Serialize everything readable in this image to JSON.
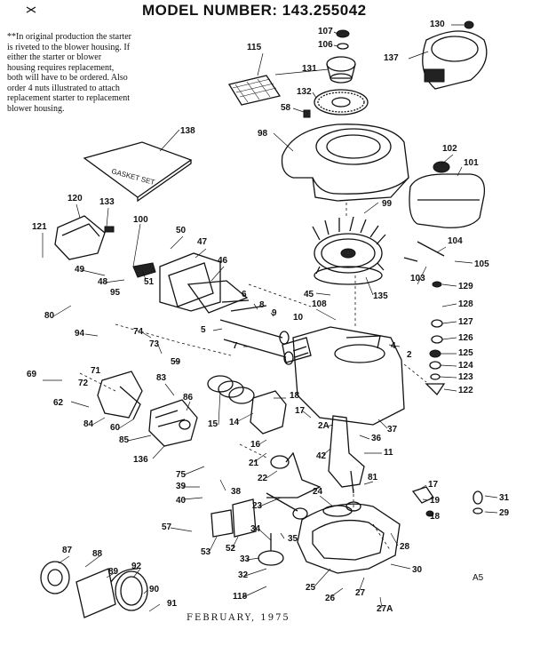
{
  "header": {
    "title": "MODEL NUMBER:  143.255042"
  },
  "note": {
    "text": "**In original production the starter is riveted to the blower housing. If either the starter or blower housing requires replacement, both will have to be ordered. Also order 4 nuts illustrated to attach replacement starter to replacement blower housing."
  },
  "gasket_set_label": "GASKET SET",
  "footer": {
    "date": "FEBRUARY,  1975",
    "code": "A5"
  },
  "callouts": [
    "107",
    "130",
    "106",
    "115",
    "131",
    "137",
    "132",
    "58",
    "98",
    "138",
    "102",
    "101",
    "120",
    "133",
    "100",
    "121",
    "50",
    "47",
    "46",
    "99",
    "104",
    "105",
    "49",
    "48",
    "51",
    "45",
    "103",
    "135",
    "129",
    "95",
    "6",
    "8",
    "128",
    "80",
    "108",
    "9",
    "10",
    "127",
    "126",
    "5",
    "7",
    "74",
    "94",
    "73",
    "4",
    "125",
    "2",
    "59",
    "71",
    "69",
    "72",
    "62",
    "124",
    "123",
    "122",
    "83",
    "18",
    "86",
    "84",
    "60",
    "15",
    "14",
    "17",
    "2A",
    "37",
    "85",
    "16",
    "36",
    "11",
    "136",
    "42",
    "75",
    "21",
    "38",
    "39",
    "22",
    "17",
    "19",
    "40",
    "24",
    "81",
    "31",
    "18",
    "29",
    "23",
    "57",
    "53",
    "52",
    "34",
    "35",
    "28",
    "87",
    "88",
    "89",
    "92",
    "33",
    "30",
    "25",
    "32",
    "90",
    "118",
    "26",
    "27",
    "91",
    "27A"
  ]
}
